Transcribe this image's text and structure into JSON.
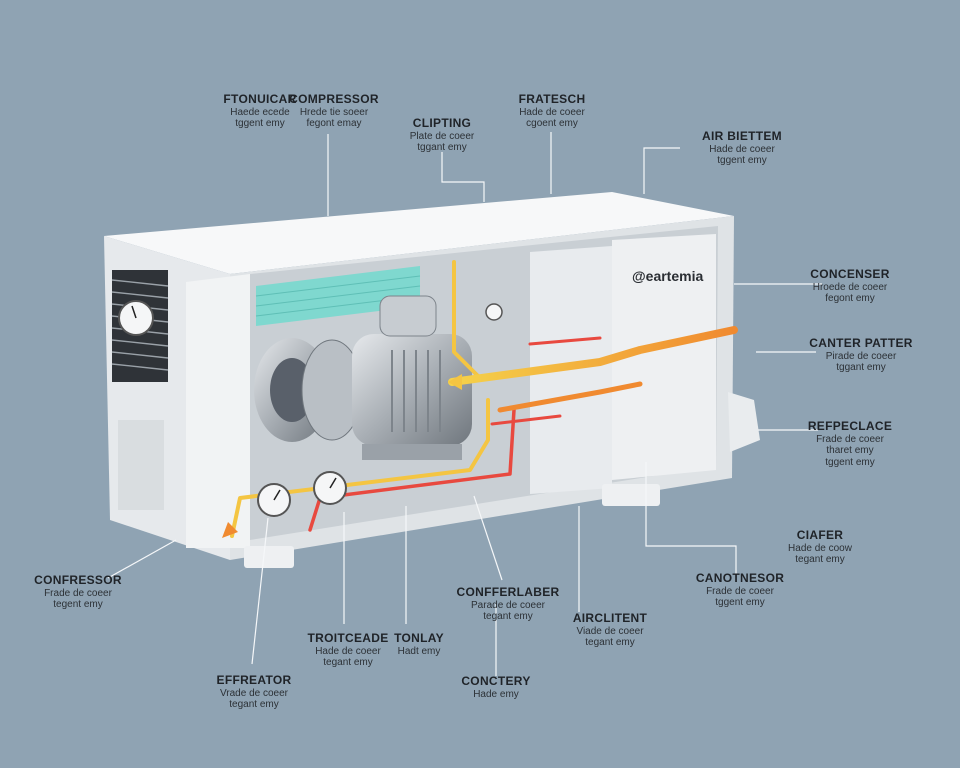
{
  "brand": "@eartemia",
  "labels": {
    "top_left_a": {
      "title": "FTONUICAR",
      "sub1": "Haede ecede",
      "sub2": "tggent emy"
    },
    "top_compressor": {
      "title": "COMPRESSOR",
      "sub1": "Hrede tie soeer",
      "sub2": "fegont emay"
    },
    "top_clipting": {
      "title": "CLIPTING",
      "sub1": "Plate de coeer",
      "sub2": "tggant emy"
    },
    "top_fratesch": {
      "title": "FRATESCH",
      "sub1": "Hade de coeer",
      "sub2": "cgoent emy"
    },
    "air_biettem": {
      "title": "AIR BIETTEM",
      "sub1": "Hade de coeer",
      "sub2": "tggent emy"
    },
    "concenser": {
      "title": "CONCENSER",
      "sub1": "Hroede de coeer",
      "sub2": "fegont emy"
    },
    "canter_patter": {
      "title": "CANTER PATTER",
      "sub1": "Pirade de coeer",
      "sub2": "tggant emy"
    },
    "refpeclace": {
      "title": "REFPECLACE",
      "sub1": "Frade de coeer",
      "sub2": "tharet emy",
      "sub3": "tggent emy"
    },
    "ciafer": {
      "title": "CIAFER",
      "sub1": "Hade de coow",
      "sub2": "tegant emy"
    },
    "canotnesor": {
      "title": "CANOTNESOR",
      "sub1": "Frade de coeer",
      "sub2": "tggent emy"
    },
    "airclitent": {
      "title": "AIRCLITENT",
      "sub1": "Viade de coeer",
      "sub2": "tegant emy"
    },
    "confferlaber": {
      "title": "CONFFERLABER",
      "sub1": "Parade de coeer",
      "sub2": "tegant emy"
    },
    "conctery": {
      "title": "CONCTERY",
      "sub1": "Hade emy"
    },
    "troitceade": {
      "title": "TROITCEADE",
      "sub1": "Hade de coeer",
      "sub2": "tegant emy"
    },
    "tonlay": {
      "title": "TONLAY",
      "sub1": "Hadt emy"
    },
    "effreator": {
      "title": "EFFREATOR",
      "sub1": "Vrade de coeer",
      "sub2": "tegant emy"
    },
    "confressor": {
      "title": "CONFRESSOR",
      "sub1": "Frade de coeer",
      "sub2": "tegent emy"
    }
  },
  "colors": {
    "background": "#8fa3b3",
    "housing": "#eef0f2",
    "teal_coil": "#7fd8cf",
    "hot_line": "#f29b3c",
    "warm_line": "#f4c542",
    "red_line": "#e8493f"
  }
}
